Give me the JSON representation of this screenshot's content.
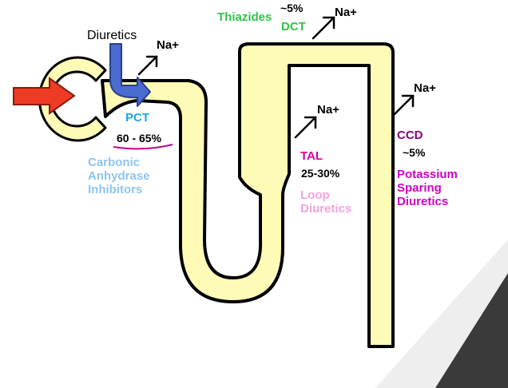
{
  "colors": {
    "tubule_fill": "#fdfbb6",
    "tubule_outline": "#000000",
    "input_arrow": "#ee3b24",
    "diuretics_arrow": "#4a6cd0",
    "thiazides": "#2fc34a",
    "dct": "#2fc34a",
    "pct": "#1aa8e8",
    "carbonic": "#8fc4ee",
    "tal": "#d9009f",
    "loop": "#f2a2dc",
    "ccd": "#8a007f",
    "potassium": "#d200c2",
    "underline": "#c8008a",
    "corner_dark": "#3a3a3a",
    "corner_light": "#eeeeee"
  },
  "icons": [
    "red-arrow-icon",
    "blue-arrow-icon",
    "na-arrow-icon"
  ],
  "labels": {
    "diuretics": "Diuretics",
    "thiazides": "Thiazides",
    "dct_percent": "~5%",
    "dct": "DCT",
    "pct": "PCT",
    "pct_percent": "60 - 65%",
    "carbonic": "Carbonic\nAnhydrase\nInhibitors",
    "tal": "TAL",
    "tal_percent": "25-30%",
    "loop": "Loop\nDiuretics",
    "ccd": "CCD",
    "ccd_percent": "~5%",
    "potassium": "Potassium\nSparing\nDiuretics",
    "na_pct": "Na+",
    "na_dct": "Na+",
    "na_tal": "Na+",
    "na_ccd": "Na+"
  }
}
